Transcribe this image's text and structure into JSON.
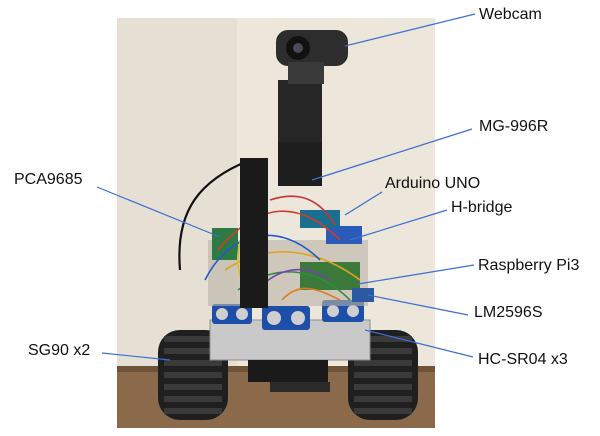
{
  "labels": {
    "webcam": "Webcam",
    "servo": "MG-996R",
    "arduino": "Arduino UNO",
    "hbridge": "H-bridge",
    "raspberry": "Raspberry Pi3",
    "regulator": "LM2596S",
    "ultrasonic": "HC-SR04 x3",
    "pwm_driver": "PCA9685",
    "small_servo": "SG90 x2"
  },
  "colors": {
    "leader_line": "#3b6fd4",
    "background": "#ffffff"
  }
}
